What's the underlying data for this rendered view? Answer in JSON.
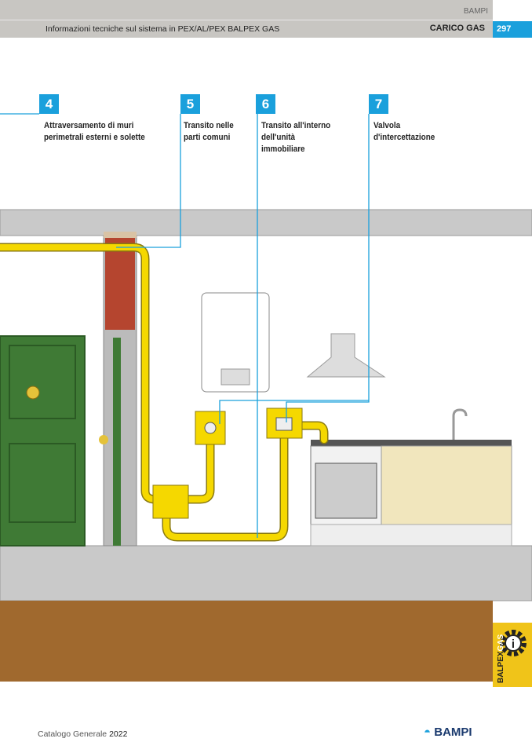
{
  "header": {
    "brand": "BAMPI",
    "subtitle": "Informazioni tecniche sul sistema in PEX/AL/PEX BALPEX GAS",
    "section": "CARICO GAS",
    "page": "297"
  },
  "callouts": [
    {
      "num": "4",
      "text": "Attraversamento di muri\nperimetrali esterni e solette"
    },
    {
      "num": "5",
      "text": "Transito nelle\nparti comuni"
    },
    {
      "num": "6",
      "text": "Transito all'interno\ndell'unità\nimmobiliare"
    },
    {
      "num": "7",
      "text": "Valvola\nd'intercettazione"
    }
  ],
  "side_tab": {
    "label": "BALPEX",
    "label_accent": "GAS",
    "icon": "gear-info-icon"
  },
  "footer": {
    "catalog": "Catalogo Generale",
    "year": "2022",
    "logo": "BAMPI"
  },
  "colors": {
    "accent": "#1aa0dc",
    "pipe": "#f5d800",
    "tab": "#f0c419"
  }
}
